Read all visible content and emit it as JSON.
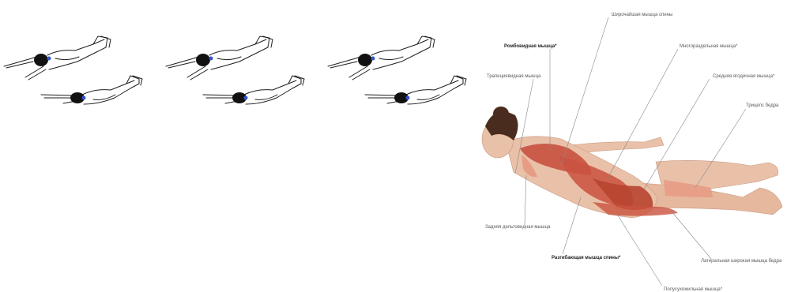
{
  "figure": {
    "sketch_panel": {
      "exercise_sketch_count": 3,
      "icon": "lying-superman-exercise-sketch",
      "colors": {
        "ink": "#1e1e1e",
        "highlight": "#3355cc"
      }
    },
    "anatomy_panel": {
      "icon": "prone-woman-muscle-anatomy",
      "colors": {
        "skin": "#e9c1a8",
        "muscle": "#c9513f",
        "muscle_light": "#e79c86",
        "hair": "#4a2c1e"
      },
      "labels": {
        "latissimus": "Широчайшая мышца спины",
        "rhomboid": "Ромбовидная мышца*",
        "multifidus": "Многораздельная мышца*",
        "trapezius": "Трапециевидная мышца",
        "gluteus_medius": "Средняя ягодичная мышца*",
        "triceps": "Трицепс бедра",
        "rear_deltoid": "Задняя дельтовидная мышца",
        "erector": "Разгибающая мышца спины*",
        "vastus_lateralis": "Латеральная широкая мышца бедра",
        "bottom_cut": "Полусухожильная мышца*"
      }
    }
  }
}
